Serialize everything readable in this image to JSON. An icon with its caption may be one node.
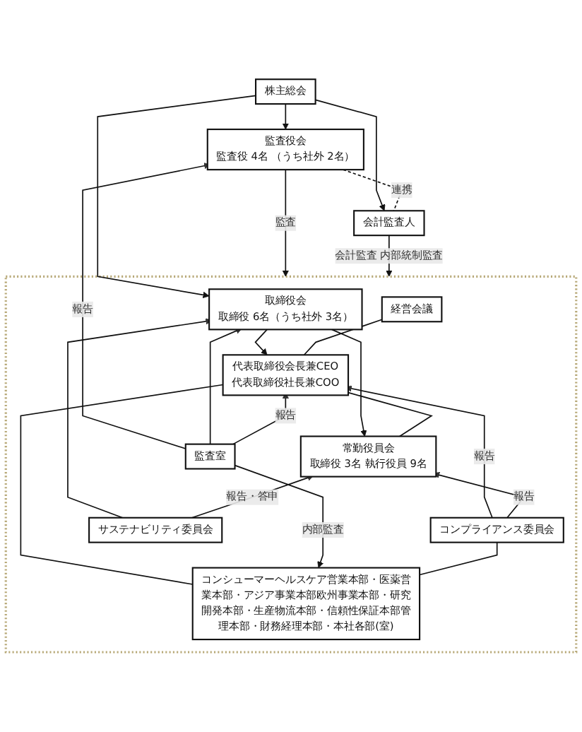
{
  "diagram": {
    "nodes": [
      {
        "text": [
          "株主総会"
        ]
      },
      {
        "text": [
          "監査役会",
          "監査役 4名 （うち社外 2名）"
        ]
      },
      {
        "text": [
          "会計監査人"
        ]
      },
      {
        "text": [],
        "shape": "box"
      },
      {
        "text": [
          "取締役会",
          "取締役 6名（うち社外 3名）"
        ],
        "in": 3
      },
      {
        "text": [
          "経営会議"
        ],
        "in": 3
      },
      {
        "text": [
          "代表取締役会長兼CEO",
          "代表取締役社長兼COO"
        ],
        "in": 3
      },
      {
        "text": [
          "常勤役員会",
          "取締役 3名 執行役員 9名"
        ],
        "in": 3
      },
      {
        "text": [
          "監査室"
        ],
        "in": 3
      },
      {
        "text": [
          "コンプライアンス委員会"
        ],
        "in": 3
      },
      {
        "text": [
          "サステナビリティ委員会"
        ],
        "in": 3
      },
      {
        "text": [
          "コンシューマーヘルスケア営業本部・医薬営業本部・アジア事業本部欧州事業本部・研究開発本部・生産物流本部・信頼性保証本部管理本部・財務経理本部・本社各部(室)"
        ],
        "in": 3
      }
    ],
    "edges": [
      {
        "from": 0,
        "to": 1,
        "arrow": "to"
      },
      {
        "from": 0,
        "to": 4,
        "arrow": "to"
      },
      {
        "from": 0,
        "to": 2,
        "arrow": "to"
      },
      {
        "from": 1,
        "to": 2,
        "arrow": "none",
        "style": "dashed",
        "label": "連携"
      },
      {
        "from": 1,
        "to": 3,
        "arrow": "to",
        "label": "監査"
      },
      {
        "from": 2,
        "to": 3,
        "arrow": "to",
        "label": "会計監査 内部統制監査"
      },
      {
        "from": 4,
        "to": 6,
        "arrow": "to"
      },
      {
        "from": 4,
        "to": 7,
        "arrow": "to"
      },
      {
        "from": 5,
        "to": 6,
        "arrow": "none"
      },
      {
        "from": 6,
        "to": 7,
        "arrow": "none"
      },
      {
        "from": 8,
        "to": 1,
        "arrow": "to",
        "label": "報告"
      },
      {
        "from": 8,
        "to": 4,
        "arrow": "to"
      },
      {
        "from": 8,
        "to": 6,
        "arrow": "to",
        "label": "報告"
      },
      {
        "from": 9,
        "to": 6,
        "arrow": "to",
        "label": "報告"
      },
      {
        "from": 9,
        "to": 7,
        "arrow": "to",
        "label": "報告"
      },
      {
        "from": 10,
        "to": 4,
        "arrow": "to"
      },
      {
        "from": 10,
        "to": 7,
        "arrow": "to",
        "label": "報告・答申"
      },
      {
        "from": 6,
        "to": 11,
        "arrow": "none"
      },
      {
        "from": 8,
        "to": 11,
        "arrow": "to",
        "label": "内部監査"
      },
      {
        "from": 9,
        "to": 11,
        "arrow": "none"
      }
    ]
  }
}
